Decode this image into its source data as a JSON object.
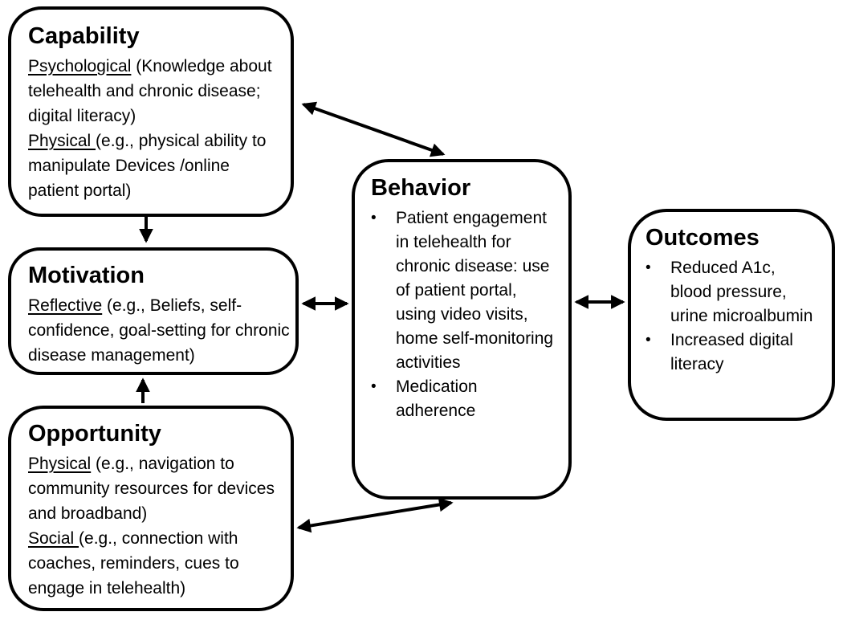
{
  "diagram": {
    "boxes": {
      "capability": {
        "title": "Capability",
        "sections": [
          {
            "lead": "Psychological",
            "rest": " (Knowledge about telehealth and chronic disease; digital literacy)"
          },
          {
            "lead": "Physical ",
            "rest": "(e.g., physical ability to manipulate Devices /online patient portal)"
          }
        ]
      },
      "motivation": {
        "title": "Motivation",
        "sections": [
          {
            "lead": "Reflective",
            "rest": " (e.g., Beliefs, self-confidence, goal-setting for chronic disease management)"
          }
        ]
      },
      "opportunity": {
        "title": "Opportunity",
        "sections": [
          {
            "lead": "Physical",
            "rest": " (e.g., navigation to community resources for devices and broadband)"
          },
          {
            "lead": "Social ",
            "rest": "(e.g., connection with coaches, reminders, cues to engage in telehealth)"
          }
        ]
      },
      "behavior": {
        "title": "Behavior",
        "bullets": [
          "Patient engagement in telehealth for chronic disease: use of patient portal, using video visits, home self-monitoring activities",
          "Medication adherence"
        ]
      },
      "outcomes": {
        "title": "Outcomes",
        "bullets": [
          "Reduced A1c, blood pressure, urine microalbumin",
          "Increased digital literacy"
        ]
      }
    },
    "connections": [
      {
        "from": "capability",
        "to": "behavior",
        "type": "bidirectional"
      },
      {
        "from": "capability",
        "to": "motivation",
        "type": "one-way"
      },
      {
        "from": "motivation",
        "to": "behavior",
        "type": "bidirectional"
      },
      {
        "from": "opportunity",
        "to": "motivation",
        "type": "one-way"
      },
      {
        "from": "behavior",
        "to": "outcomes",
        "type": "bidirectional"
      },
      {
        "from": "opportunity",
        "to": "behavior",
        "type": "bidirectional"
      }
    ],
    "glyphs": {
      "bullet": "•"
    },
    "colors": {
      "border": "#000000",
      "text": "#000000",
      "background": "#ffffff"
    }
  }
}
